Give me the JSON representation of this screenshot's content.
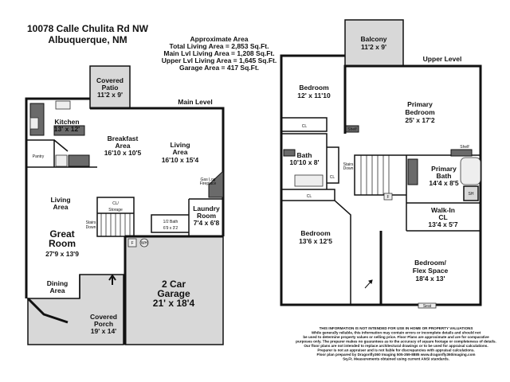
{
  "header": {
    "address_line1": "10078 Calle Chulita Rd NW",
    "address_line2": "Albuquerque, NM"
  },
  "area_summary": {
    "title": "Approximate Area",
    "total": "Total Living Area = 2,853 Sq.Ft.",
    "main": "Main Lvl Living Area = 1,208 Sq.Ft.",
    "upper": "Upper Lvl Living Area = 1,645 Sq.Ft.",
    "garage": "Garage Area = 417 Sq.Ft."
  },
  "main_level": {
    "label": "Main Level",
    "rooms": {
      "patio": [
        "Covered",
        "Patio",
        "11'2 x 9'"
      ],
      "kitchen": [
        "Kitchen",
        "13' x 12'"
      ],
      "pantry": [
        "Pantry"
      ],
      "breakfast": [
        "Breakfast",
        "Area",
        "16'10 x 10'5"
      ],
      "living_right": [
        "Living",
        "Area",
        "16'10 x 15'4"
      ],
      "fireplace": [
        "Gas Log",
        "Fireplace"
      ],
      "living_left": [
        "Living",
        "Area"
      ],
      "storage": [
        "CL/",
        "Storage"
      ],
      "stairs": [
        "Stairs",
        "Down"
      ],
      "half_bath": [
        "1/2 Bath",
        "6'9 x 3'2"
      ],
      "laundry": [
        "Laundry",
        "Room",
        "7'4 x 6'8"
      ],
      "great_room": [
        "Great",
        "Room",
        "27'9 x 13'9"
      ],
      "dining": [
        "Dining",
        "Area"
      ],
      "porch": [
        "Covered",
        "Porch",
        "19' x 14'"
      ],
      "garage": [
        "2 Car",
        "Garage",
        "21' x 18'4"
      ],
      "furnace": "F",
      "water_heater": "WH"
    }
  },
  "upper_level": {
    "label": "Upper Level",
    "rooms": {
      "balcony": [
        "Balcony",
        "11'2 x 9'"
      ],
      "bedroom1": [
        "Bedroom",
        "12' x 11'10"
      ],
      "closet1": "CL",
      "primary_bedroom": [
        "Primary",
        "Bedroom",
        "25' x 17'2"
      ],
      "shelf1": "Shelf",
      "shelf2": "Shelf",
      "bath": [
        "Bath",
        "10'10 x 8'"
      ],
      "closet2": "CL",
      "stairs": [
        "Stairs",
        "Down"
      ],
      "closet3": "CL",
      "primary_bath": [
        "Primary",
        "Bath",
        "14'4 x 8'5"
      ],
      "shower": "SH",
      "furnace": "F",
      "walkin": [
        "Walk-In",
        "CL",
        "13'4 x 5'7"
      ],
      "bedroom2": [
        "Bedroom",
        "13'6 x 12'5"
      ],
      "flex": [
        "Bedroom/",
        "Flex Space",
        "18'4 x 13'"
      ],
      "seat": "Seat"
    }
  },
  "disclaimer": [
    "THIS INFORMATION IS NOT INTENDED FOR USE IN HOME OR PROPERTY VALUATIONS",
    "While generally reliable, this information may contain errors or incomplete details and should not",
    "be used to determine property values or selling price. Floor Plans are approximate and are for comparative",
    "purposes only. The preparer makes no guarantees as to the accuracy of square footage or completeness of details.",
    "Our floor plans are not intended to replace architectural drawings or to be used for appraisal calculations.",
    "Preparer is not an appraiser and is not liable for discrepancies with appraisal calculations.",
    "Floor plan prepared by Dragonfly360 Imaging 505-359-8885  www.dragonfly360imaging.com",
    "Sq.Ft. Measurements obtained using current ANSI standards."
  ],
  "icons": {
    "compass": "north-arrow-icon",
    "entry": "entry-arrow-icon"
  }
}
